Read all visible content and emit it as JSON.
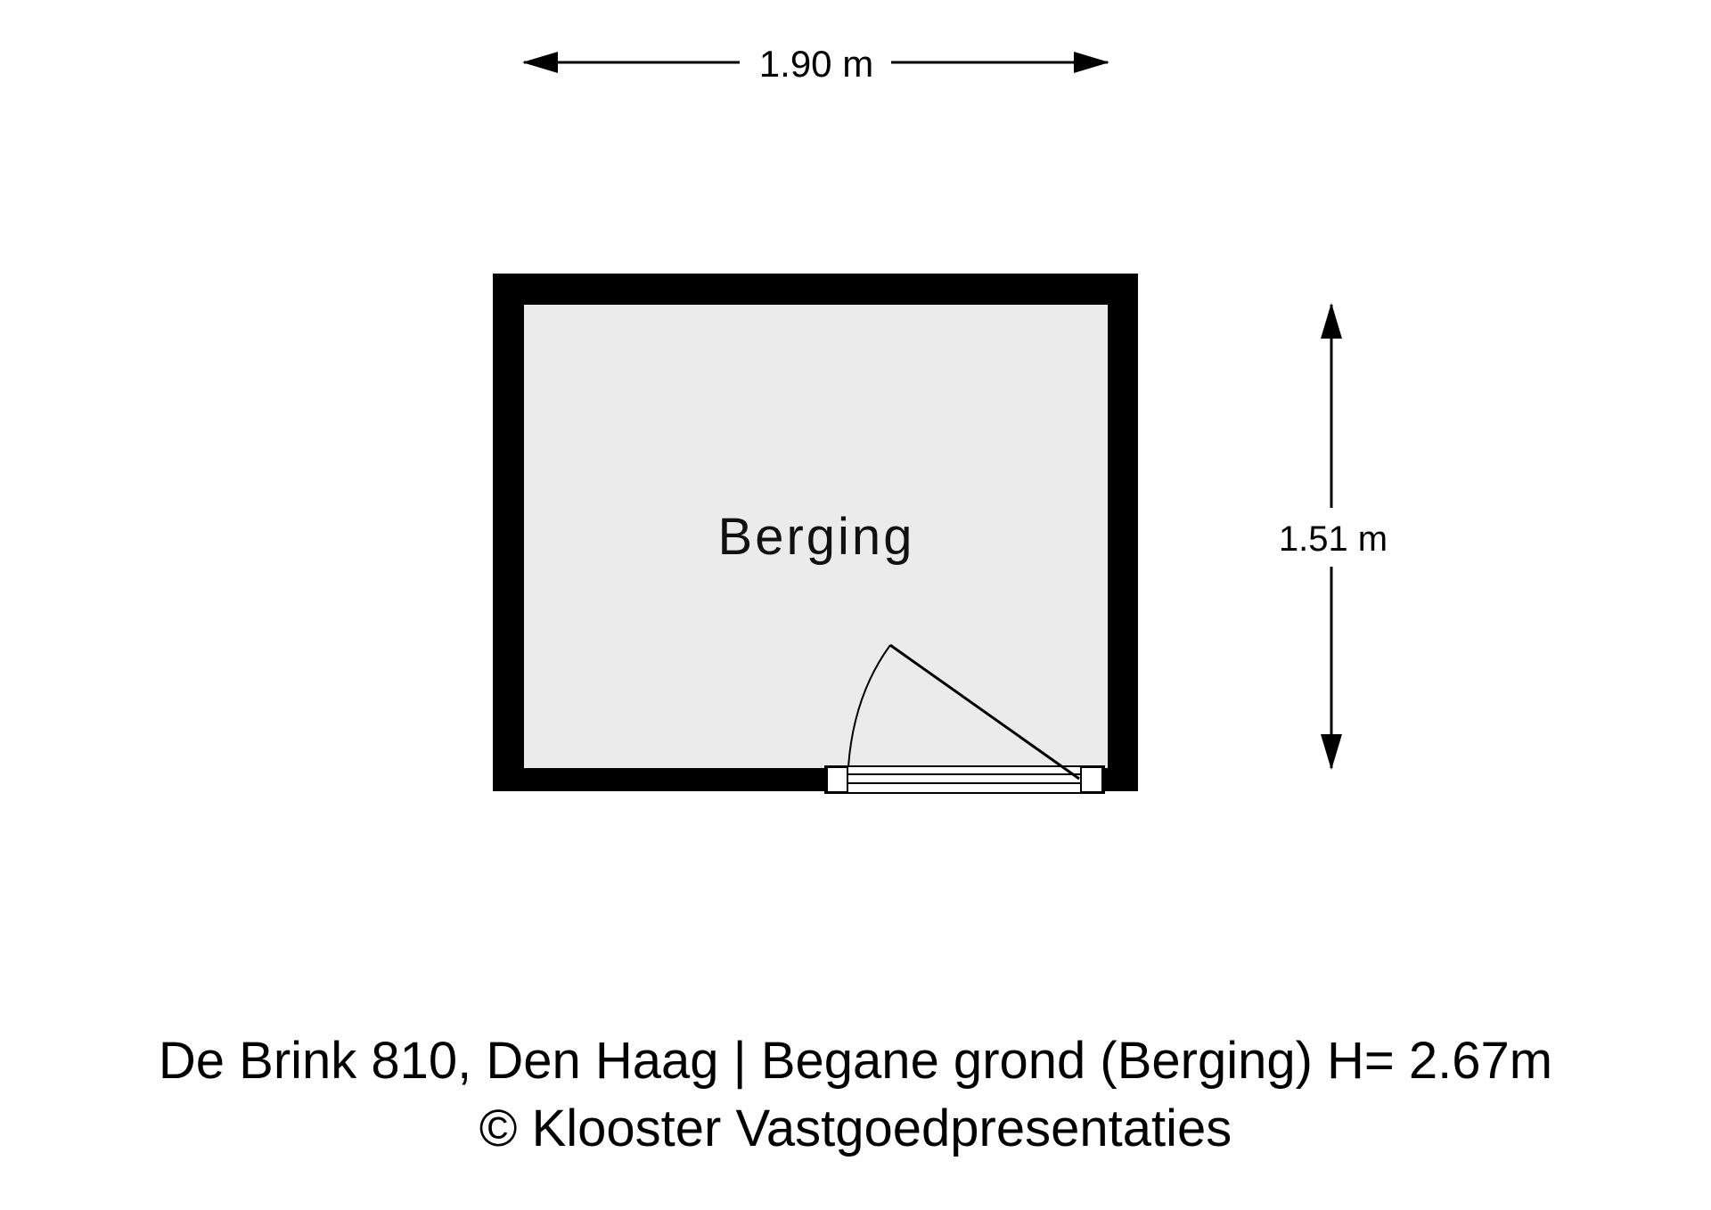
{
  "room": {
    "label": "Berging",
    "floor_color": "#ebebeb",
    "wall_color": "#000000"
  },
  "dimensions": {
    "width": "1.90 m",
    "depth": "1.51 m"
  },
  "caption": {
    "line1": "De Brink 810, Den Haag | Begane grond (Berging) H= 2.67m",
    "line2": "© Klooster Vastgoedpresentaties"
  }
}
